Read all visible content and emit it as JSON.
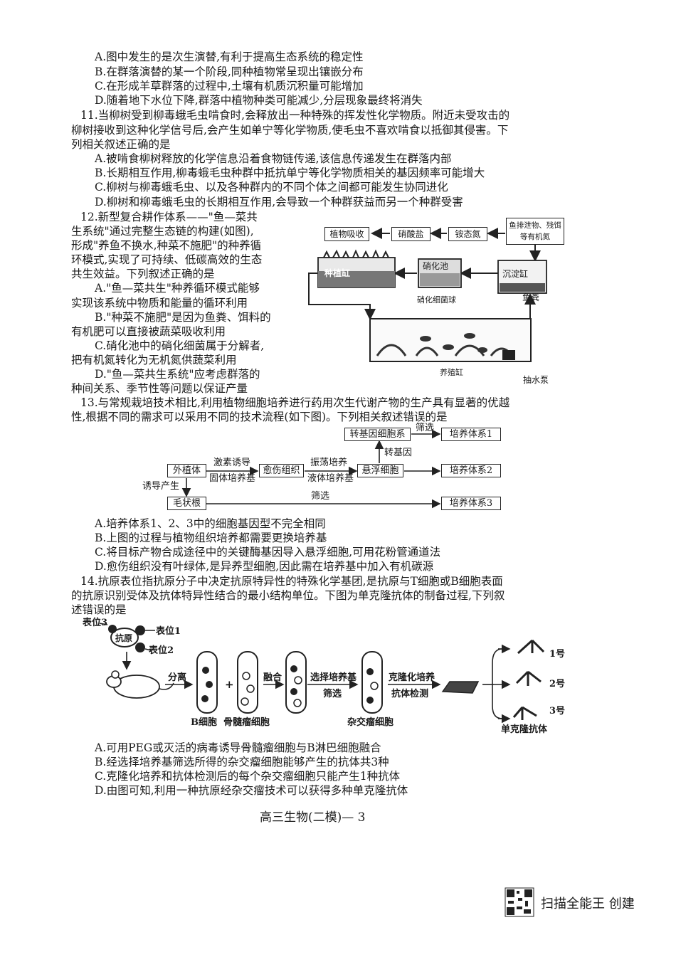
{
  "q10_options": [
    "A.图中发生的是次生演替,有利于提高生态系统的稳定性",
    "B.在群落演替的某一个阶段,同种植物常呈现出镶嵌分布",
    "C.在形成羊草群落的过程中,土壤有机质沉积量可能增加",
    "D.随着地下水位下降,群落中植物种类可能减少,分层现象最终将消失"
  ],
  "q11": {
    "stem": [
      "11.当柳树受到柳毒蛾毛虫啃食时,会释放出一种特殊的挥发性化学物质。附近未受攻击的",
      "柳树接收到这种化学信号后,会产生如单宁等化学物质,使毛虫不喜欢啃食以抵御其侵害。下",
      "列相关叙述正确的是"
    ],
    "options": [
      "A.被啃食柳树释放的化学信息沿着食物链传递,该信息传递发生在群落内部",
      "B.长期相互作用,柳毒蛾毛虫种群中抵抗单宁等化学物质相关的基因频率可能增大",
      "C.柳树与柳毒蛾毛虫、以及各种群内的不同个体之间都可能发生协同进化",
      "D.柳树和柳毒蛾毛虫的长期相互作用,会导致一个种群获益而另一个种群受害"
    ]
  },
  "q12": {
    "lines": [
      "12.新型复合耕作体系——\"鱼—菜共",
      "生系统\"通过完整生态链的构建(如图),",
      "形成\"养鱼不换水,种菜不施肥\"的种养循",
      "环模式,实现了可持续、低碳高效的生态",
      "共生效益。下列叙述正确的是",
      "A.\"鱼—菜共生\"种养循环模式能够",
      "实现该系统中物质和能量的循环利用",
      "B.\"种菜不施肥\"是因为鱼粪、饵料的",
      "有机肥可以直接被蔬菜吸收利用",
      "C.硝化池中的硝化细菌属于分解者,",
      "把有机氮转化为无机氮供蔬菜利用",
      "D.\"鱼—菜共生系统\"应考虑群落的",
      "种间关系、季节性等问题以保证产量"
    ],
    "diagram": {
      "plant_absorb": "植物吸收",
      "nitrate": "硝酸盐",
      "ammonium": "铵态氮",
      "fish_waste": "鱼排泄物、残饵等有机氮",
      "plant_tank": "种植缸",
      "nitrification_pool": "硝化池",
      "settling_tank": "沉淀缸",
      "nitrifying_ball": "硝化细菌球",
      "fish_feces": "鱼粪",
      "fish_tank": "养殖缸",
      "pump": "抽水泵"
    }
  },
  "q13": {
    "stem": [
      "13.与常规栽培技术相比,利用植物细胞培养进行药用次生代谢产物的生产具有显著的优越",
      "性,根据不同的需求可以采用不同的技术流程(如下图)。下列相关叙述错误的是"
    ],
    "diagram": {
      "transgenic_cells": "转基因细胞系",
      "screen1": "筛选",
      "culture1": "培养体系1",
      "transgene": "转基因",
      "explant": "外植体",
      "hormone_induce": "激素诱导",
      "solid_medium": "固体培养基",
      "callus": "愈伤组织",
      "shake_culture": "振荡培养",
      "liquid_medium": "液体培养基",
      "suspension_cells": "悬浮细胞",
      "culture2": "培养体系2",
      "induce_produce": "诱导产生",
      "hairy_root": "毛状根",
      "screen2": "筛选",
      "culture3": "培养体系3"
    },
    "options": [
      "A.培养体系1、2、3中的细胞基因型不完全相同",
      "B.上图的过程与植物组织培养都需要更换培养基",
      "C.将目标产物合成途径中的关键酶基因导入悬浮细胞,可用花粉管通道法",
      "D.愈伤组织没有叶绿体,是异养型细胞,因此需在培养基中加入有机碳源"
    ]
  },
  "q14": {
    "stem": [
      "14.抗原表位指抗原分子中决定抗原特异性的特殊化学基团,是抗原与T细胞或B细胞表面",
      "的抗原识别受体及抗体特异性结合的最小结构单位。下图为单克隆抗体的制备过程,下列叙",
      "述错误的是"
    ],
    "diagram": {
      "epitope3": "表位3",
      "epitope1": "表位1",
      "epitope2": "表位2",
      "antigen": "抗原",
      "separate": "分离",
      "plus": "+",
      "fuse": "融合",
      "selective_medium": "选择培养基",
      "screen": "筛选",
      "clone_culture": "克隆化培养",
      "antibody_test": "抗体检测",
      "b_cell": "B细胞",
      "myeloma": "骨髓瘤细胞",
      "hybridoma": "杂交瘤细胞",
      "no1": "1号",
      "no2": "2号",
      "no3": "3号",
      "mab": "单克隆抗体"
    },
    "options": [
      "A.可用PEG或灭活的病毒诱导骨髓瘤细胞与B淋巴细胞融合",
      "B.经选择培养基筛选所得的杂交瘤细胞能够产生的抗体共3种",
      "C.克隆化培养和抗体检测后的每个杂交瘤细胞只能产生1种抗体",
      "D.由图可知,利用一种抗原经杂交瘤技术可以获得多种单克隆抗体"
    ]
  },
  "footer": "高三生物(二模)— 3",
  "watermark": "扫描全能王 创建"
}
